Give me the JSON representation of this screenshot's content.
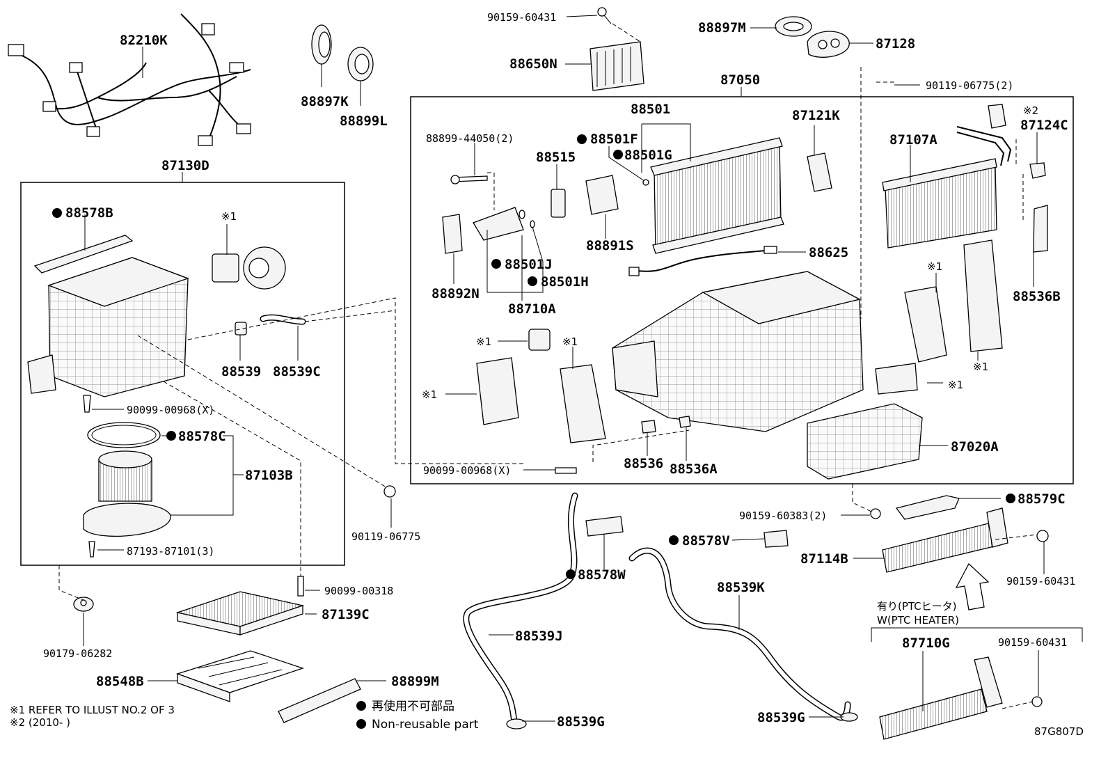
{
  "labels": {
    "p82210K": "82210K",
    "p88897K": "88897K",
    "p88899L": "88899L",
    "p90159_60431_top": "90159-60431",
    "p88650N": "88650N",
    "p88897M": "88897M",
    "p87128": "87128",
    "p90119_06775_2": "90119-06775(2)",
    "p87050": "87050",
    "p87130D": "87130D",
    "p88578B": "88578B",
    "p88539": "88539",
    "p88539C": "88539C",
    "p90099_00968_X_left": "90099-00968(X)",
    "p88578C": "88578C",
    "p87103B": "87103B",
    "p87193_87101_3": "87193-87101(3)",
    "p90119_06775": "90119-06775",
    "p90099_00318": "90099-00318",
    "p87139C": "87139C",
    "p90179_06282": "90179-06282",
    "p88548B": "88548B",
    "p88899M": "88899M",
    "p88899_44050_2": "88899-44050(2)",
    "p88501": "88501",
    "p88501F": "88501F",
    "p88501G": "88501G",
    "p88515": "88515",
    "p87121K": "87121K",
    "p87107A": "87107A",
    "p87124C": "87124C",
    "p88891S": "88891S",
    "p88892N": "88892N",
    "p88501J": "88501J",
    "p88501H": "88501H",
    "p88710A": "88710A",
    "p88625": "88625",
    "p88536B": "88536B",
    "p88536": "88536",
    "p88536A": "88536A",
    "p87020A": "87020A",
    "p90099_00968_X_mid": "90099-00968(X)",
    "p88579C": "88579C",
    "p90159_60383_2": "90159-60383(2)",
    "p88578V": "88578V",
    "p87114B": "87114B",
    "p88578W": "88578W",
    "p88539K": "88539K",
    "p90159_60431_right": "90159-60431",
    "p88539J": "88539J",
    "p87710G": "87710G",
    "p90159_60431_bottom": "90159-60431",
    "p88539G_left": "88539G",
    "p88539G_right": "88539G"
  },
  "refs": {
    "ref1": "※1",
    "ref2": "※2"
  },
  "notes": {
    "ptc_jp": "有り(PTCヒータ)",
    "ptc_en": "W(PTC HEATER)",
    "refer1": "※1 REFER TO ILLUST NO.2 OF 3",
    "refer2": "※2 (2010-        )",
    "legend_jp": "再使用不可部品",
    "legend_en": "Non-reusable part",
    "code": "87G807D"
  },
  "colors": {
    "ink": "#000000",
    "paper": "#ffffff"
  }
}
